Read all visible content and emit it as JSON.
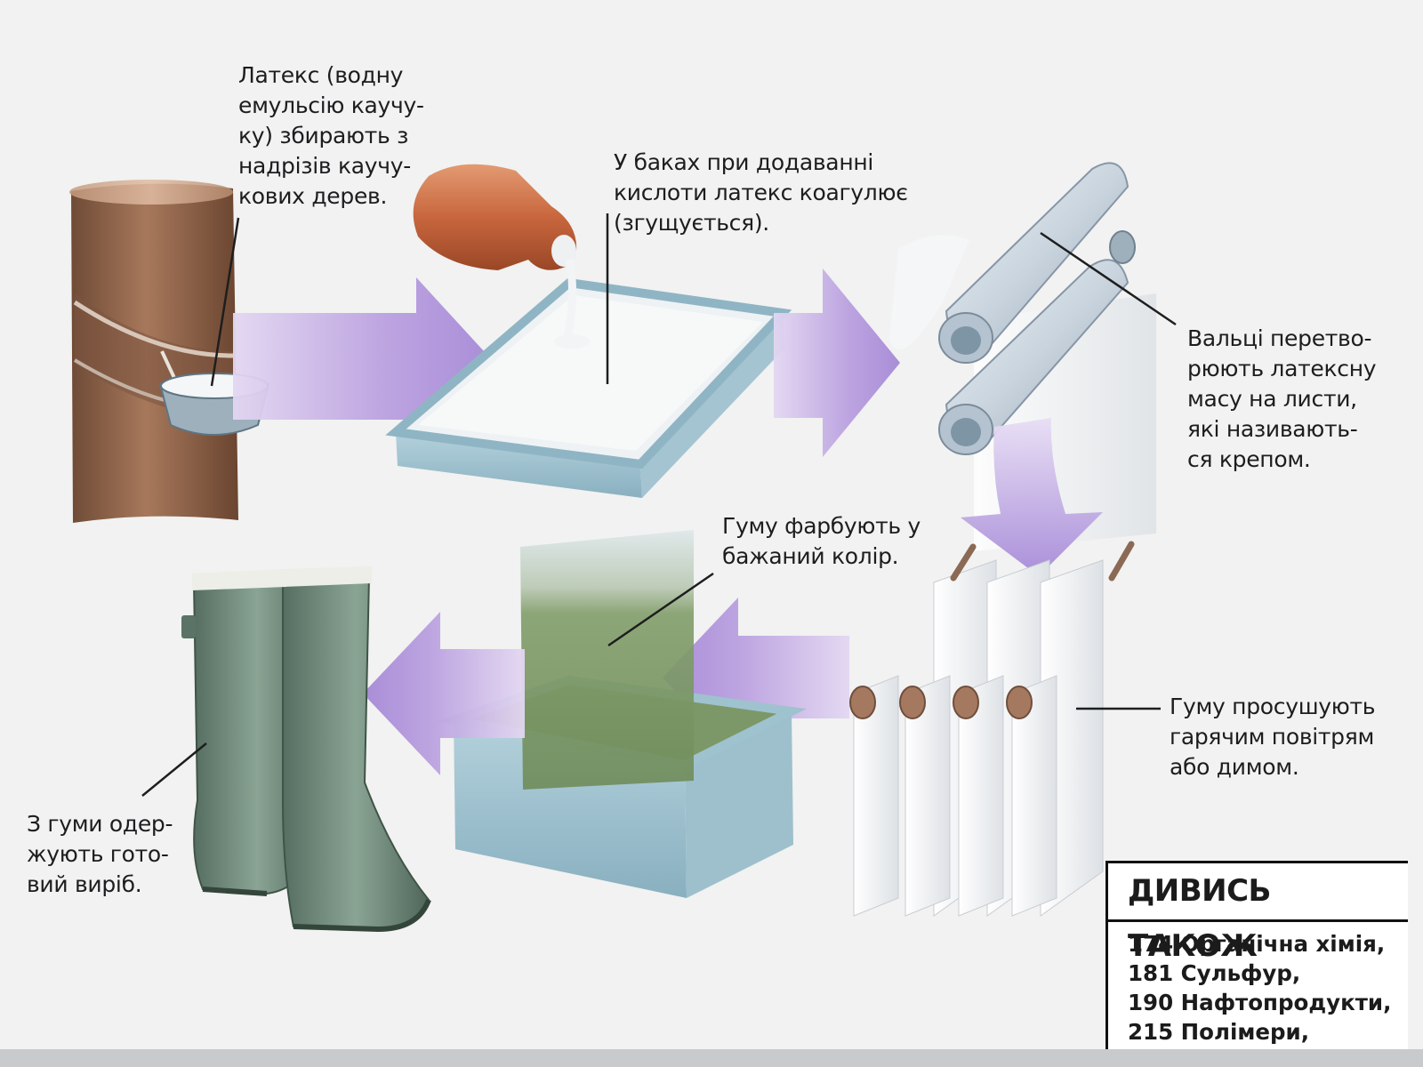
{
  "labels": {
    "latex": [
      "Латекс (водну",
      "емульсію каучу-",
      "ку) збирають з",
      "надрізів каучу-",
      "кових дерев."
    ],
    "tanks": [
      "У баках при додаванні",
      "кислоти латекс коагулює",
      "(згущується)."
    ],
    "rollers": [
      "Вальці перетво-",
      "рюють латексну",
      "масу на листи,",
      "які називають-",
      "ся крепом."
    ],
    "dye": [
      "Гуму фарбують у",
      "бажаний колір."
    ],
    "dry": [
      "Гуму просушують",
      "гарячим повітрям",
      "або димом."
    ],
    "product": [
      "З гуми одер-",
      "жують гото-",
      "вий виріб."
    ]
  },
  "see_also": {
    "title": "ДИВИСЬ ТАКОЖ",
    "items": [
      "174 Органічна хімія,",
      "181 Сульфур,",
      "190 Нафтопродукти,",
      "215 Полімери,"
    ]
  },
  "colors": {
    "arrow": "#b7a0dc",
    "tank_frame": "#9fc2cf",
    "bottle": "#c96a3e",
    "tree_bark": "#8a5e45",
    "boots": "#6e8a7a",
    "dye_green": "#7f9c68",
    "roller": "#c9d6e0"
  },
  "icons": [
    "rubber-tree-icon",
    "acid-bottle-icon",
    "coagulation-tank-icon",
    "roller-mill-icon",
    "drying-rack-icon",
    "dye-tank-icon",
    "rubber-boots-icon"
  ]
}
